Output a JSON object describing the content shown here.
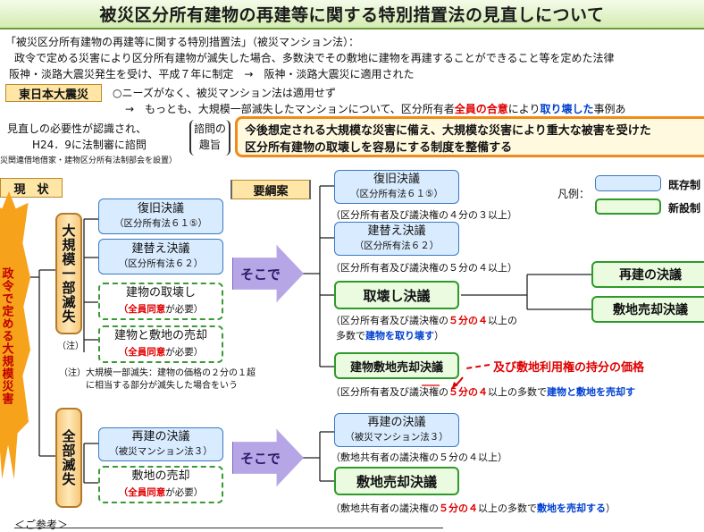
{
  "title": "被災区分所有建物の再建等に関する特別措置法の見直しについて",
  "intro": {
    "line1": "「被災区分所有建物の再建等に関する特別措置法」（被災マンション法）：",
    "line2": "政令で定める災害により区分所有建物が滅失した場合、多数決でその敷地に建物を再建することができること等を定めた法律",
    "line3_a": "阪神・淡路大震災発生を受け、平成７年に制定　→　阪神・淡路大震災に適用された"
  },
  "east": {
    "tag": "東日本大震災",
    "line1": "○ニーズがなく、被災マンション法は適用せず",
    "line2_a": "→　もっとも、大規模一部滅失したマンションについて、区分所有者",
    "line2_b": "全員の合意",
    "line2_c": "により",
    "line2_d": "取り壊した",
    "line2_e": "事例あ"
  },
  "review": {
    "line1": "見直しの必要性が認識され、",
    "line2": "H24．9に法制審に諮問",
    "line3": "災関連借地借家・建物区分所有法制部会を設置）",
    "tag_l1": "諮問の",
    "tag_l2": "趣旨",
    "purpose1": "今後想定される大規模な災害に備え、大規模な災害により重大な被害を受けた",
    "purpose2": "区分所有建物の取壊しを容易にする制度を整備する"
  },
  "labels": {
    "current": "現　状",
    "proposal": "要綱案",
    "legend": "凡例：",
    "legend_existing": "既存制",
    "legend_new": "新設制",
    "then": "そこで",
    "seirei": "政令で定める大規模災害",
    "partial": "大規模一部滅失",
    "partial_note_mark": "（注）",
    "total": "全部滅失"
  },
  "current": {
    "b1_title": "復旧決議",
    "b1_sub": "（区分所有法６１⑤）",
    "b2_title": "建替え決議",
    "b2_sub": "（区分所有法６２）",
    "g1_title": "建物の取壊し",
    "g1_red": "（全員同意",
    "g1_tail": "が必要）",
    "g2_title": "建物と敷地の売却",
    "g2_red": "（全員同意",
    "g2_tail": "が必要）",
    "note1": "（注）大規模一部滅失：建物の価格の２分の１超",
    "note2": "に相当する部分が滅失した場合をいう",
    "b3_title": "再建の決議",
    "b3_sub": "（被災マンション法３）",
    "g3_title": "敷地の売却",
    "g3_red": "（全員同意",
    "g3_tail": "が必要）"
  },
  "proposal": {
    "p1_title": "復旧決議",
    "p1_sub": "（区分所有法６１⑤）",
    "p1_note": "（区分所有者及び議決権の４分の３以上）",
    "p2_title": "建替え決議",
    "p2_sub": "（区分所有法６２）",
    "p2_note": "（区分所有者及び議決権の５分の４以上）",
    "p3_title": "取壊し決議",
    "p3_note_a": "（区分所有者及び議決権の",
    "p3_note_b": "５分の４",
    "p3_note_c": "以上の",
    "p3_note2_a": "多数で",
    "p3_note2_b": "建物を取り壊す",
    "p3_note2_c": "）",
    "p4_title": "建物敷地売却決議",
    "p4_extra": "及び敷地利用権の持分の価格",
    "p4_note_a": "（区分所有者及び議決権の",
    "p4_note_b": "５分の４",
    "p4_note_c": "以上の多数で",
    "p4_note_d": "建物と敷地を売却す",
    "r1": "再建の決議",
    "r2": "敷地売却決議",
    "p5_title": "再建の決議",
    "p5_sub": "（被災マンション法３）",
    "p5_note": "（敷地共有者の議決権の５分の４以上）",
    "p6_title": "敷地売却決議",
    "p6_note_a": "（敷地共有者の議決権の",
    "p6_note_b": "５分の４",
    "p6_note_c": "以上の多数で",
    "p6_note_d": "敷地を売却する",
    "p6_note_e": "）"
  },
  "footer": "＜ご参考＞"
}
